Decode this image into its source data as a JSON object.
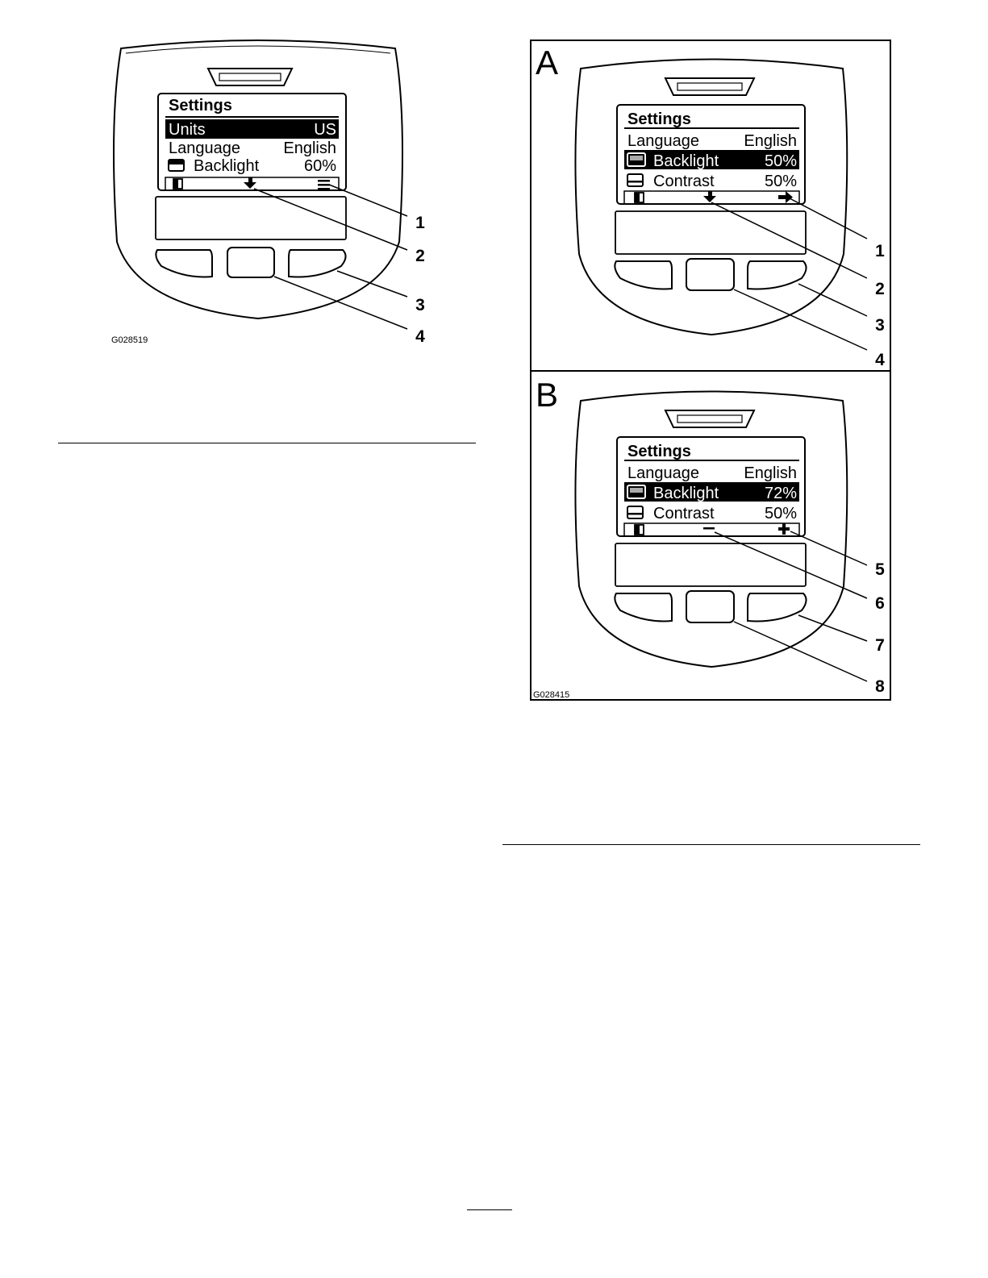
{
  "figure_left": {
    "id_label": "G028519",
    "screen": {
      "title": "Settings",
      "rows": [
        {
          "label": "Units",
          "value": "US",
          "selected": true,
          "icon": ""
        },
        {
          "label": "Language",
          "value": "English",
          "selected": false,
          "icon": ""
        },
        {
          "label": "Backlight",
          "value": "60%",
          "selected": false,
          "icon": "backlight-icon"
        }
      ],
      "softkeys": [
        "exit-icon",
        "down-arrow-icon",
        "menu-icon"
      ]
    },
    "callouts": [
      "1",
      "2",
      "3",
      "4"
    ]
  },
  "figure_right": {
    "id_label": "G028415",
    "panel_a": {
      "letter": "A",
      "screen": {
        "title": "Settings",
        "rows": [
          {
            "label": "Language",
            "value": "English",
            "selected": false,
            "icon": ""
          },
          {
            "label": "Backlight",
            "value": "50%",
            "selected": true,
            "icon": "backlight-icon"
          },
          {
            "label": "Contrast",
            "value": "50%",
            "selected": false,
            "icon": "contrast-icon"
          }
        ],
        "softkeys": [
          "exit-icon",
          "down-arrow-icon",
          "right-arrow-icon"
        ]
      },
      "callouts": [
        "1",
        "2",
        "3",
        "4"
      ]
    },
    "panel_b": {
      "letter": "B",
      "screen": {
        "title": "Settings",
        "rows": [
          {
            "label": "Language",
            "value": "English",
            "selected": false,
            "icon": ""
          },
          {
            "label": "Backlight",
            "value": "72%",
            "selected": true,
            "icon": "backlight-icon"
          },
          {
            "label": "Contrast",
            "value": "50%",
            "selected": false,
            "icon": "contrast-icon"
          }
        ],
        "softkeys": [
          "exit-icon",
          "minus-icon",
          "plus-icon"
        ]
      },
      "callouts": [
        "5",
        "6",
        "7",
        "8"
      ]
    }
  }
}
